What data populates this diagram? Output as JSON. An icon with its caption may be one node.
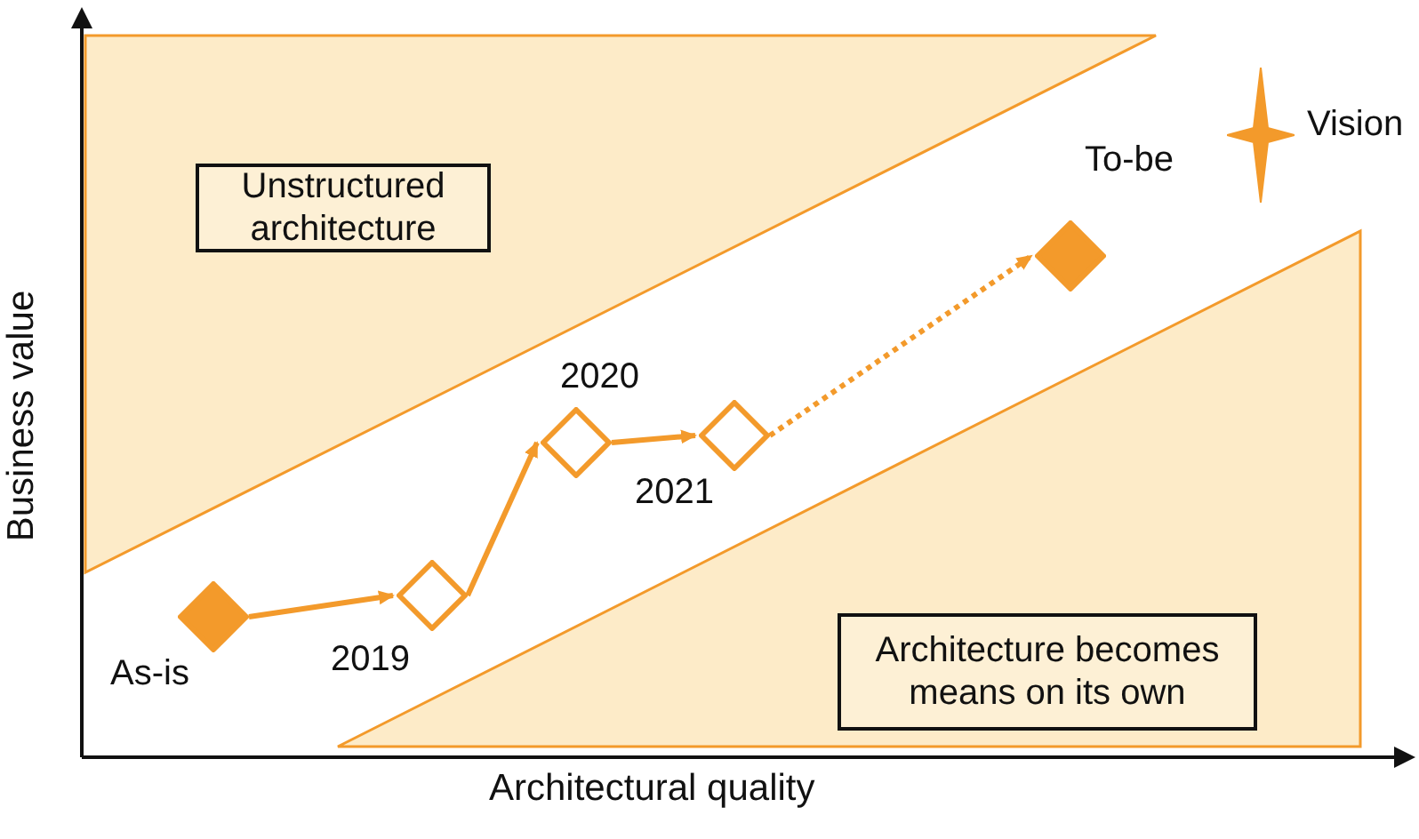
{
  "diagram": {
    "nodes": [
      {
        "text": [
          "Unstructured architecture"
        ]
      },
      {
        "text": [
          "Architecture becomes means on its own"
        ]
      },
      {
        "text": [
          "As-is"
        ]
      },
      {
        "text": [
          "2019"
        ]
      },
      {
        "text": [
          "2020"
        ]
      },
      {
        "text": [
          "2021"
        ]
      },
      {
        "text": [
          "To-be"
        ]
      },
      {
        "text": [
          "Vision"
        ]
      }
    ],
    "edges": [
      {
        "from": 2,
        "to": 3,
        "arrow": "to"
      },
      {
        "from": 3,
        "to": 4,
        "arrow": "to"
      },
      {
        "from": 4,
        "to": 5,
        "arrow": "to"
      },
      {
        "from": 5,
        "to": 6,
        "arrow": "to",
        "style": "dashed"
      }
    ],
    "labels": [
      "Business value",
      "Architectural quality"
    ]
  }
}
